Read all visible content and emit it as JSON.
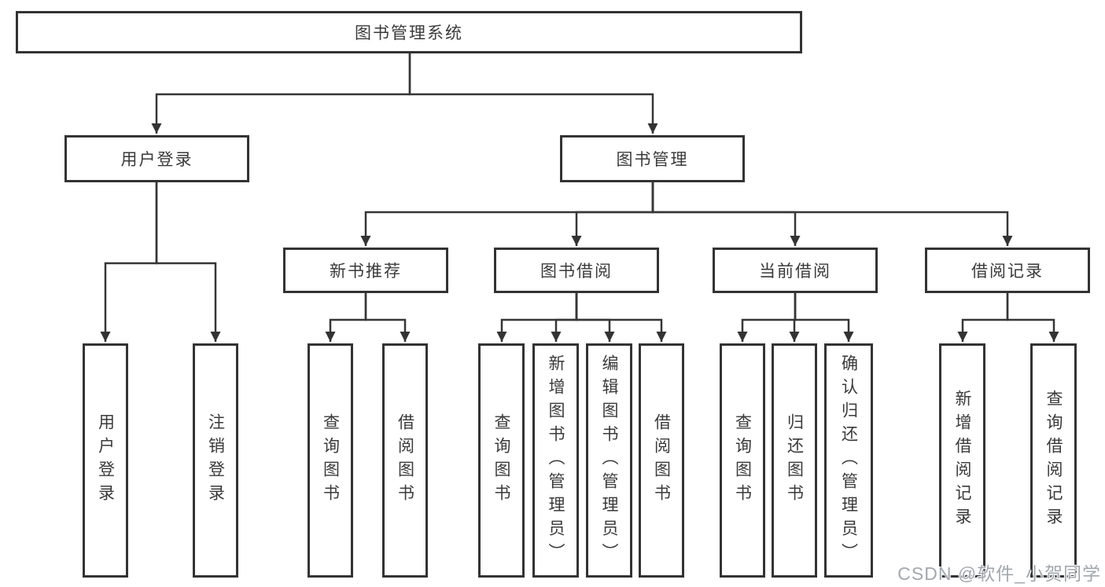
{
  "tree": {
    "root": {
      "label": "图书管理系统"
    },
    "branches": [
      {
        "label": "用户登录",
        "children": [
          {
            "label": "用户登录"
          },
          {
            "label": "注销登录"
          }
        ]
      },
      {
        "label": "图书管理",
        "children": [
          {
            "label": "新书推荐",
            "children": [
              {
                "label": "查询图书"
              },
              {
                "label": "借阅图书"
              }
            ]
          },
          {
            "label": "图书借阅",
            "children": [
              {
                "label": "查询图书"
              },
              {
                "label": "新增图书（管理员）"
              },
              {
                "label": "编辑图书（管理员）"
              },
              {
                "label": "借阅图书"
              }
            ]
          },
          {
            "label": "当前借阅",
            "children": [
              {
                "label": "查询图书"
              },
              {
                "label": "归还图书"
              },
              {
                "label": "确认归还（管理员）"
              }
            ]
          },
          {
            "label": "借阅记录",
            "children": [
              {
                "label": "新增借阅记录"
              },
              {
                "label": "查询借阅记录"
              }
            ]
          }
        ]
      }
    ]
  },
  "watermark": {
    "text": "CSDN @软件_小贺同学"
  },
  "colors": {
    "line": "#333333",
    "background": "#ffffff",
    "watermark": "#a2a8af"
  }
}
